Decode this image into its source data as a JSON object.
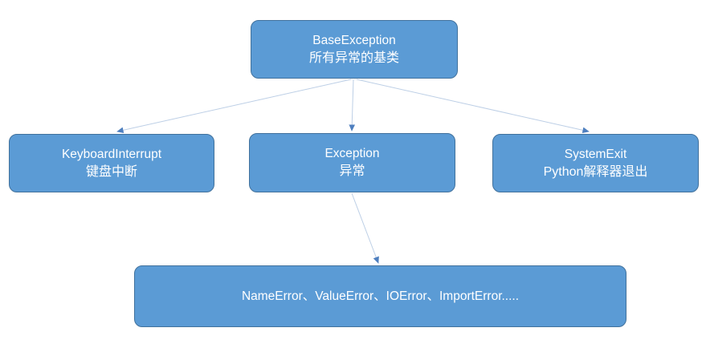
{
  "diagram": {
    "nodes": {
      "base": {
        "title": "BaseException",
        "subtitle": "所有异常的基类"
      },
      "keyboard_interrupt": {
        "title": "KeyboardInterrupt",
        "subtitle": "键盘中断"
      },
      "exception": {
        "title": "Exception",
        "subtitle": "异常"
      },
      "system_exit": {
        "title": "SystemExit",
        "subtitle": "Python解释器退出"
      },
      "subclasses": {
        "label": "NameError、ValueError、IOError、ImportError....."
      }
    },
    "colors": {
      "node_fill": "#5B9BD5",
      "node_border": "#41719C",
      "node_text": "#FFFFFF",
      "connector_line": "#BDCFE6",
      "connector_arrow": "#4E7FBF",
      "background": "#FFFFFF"
    }
  }
}
